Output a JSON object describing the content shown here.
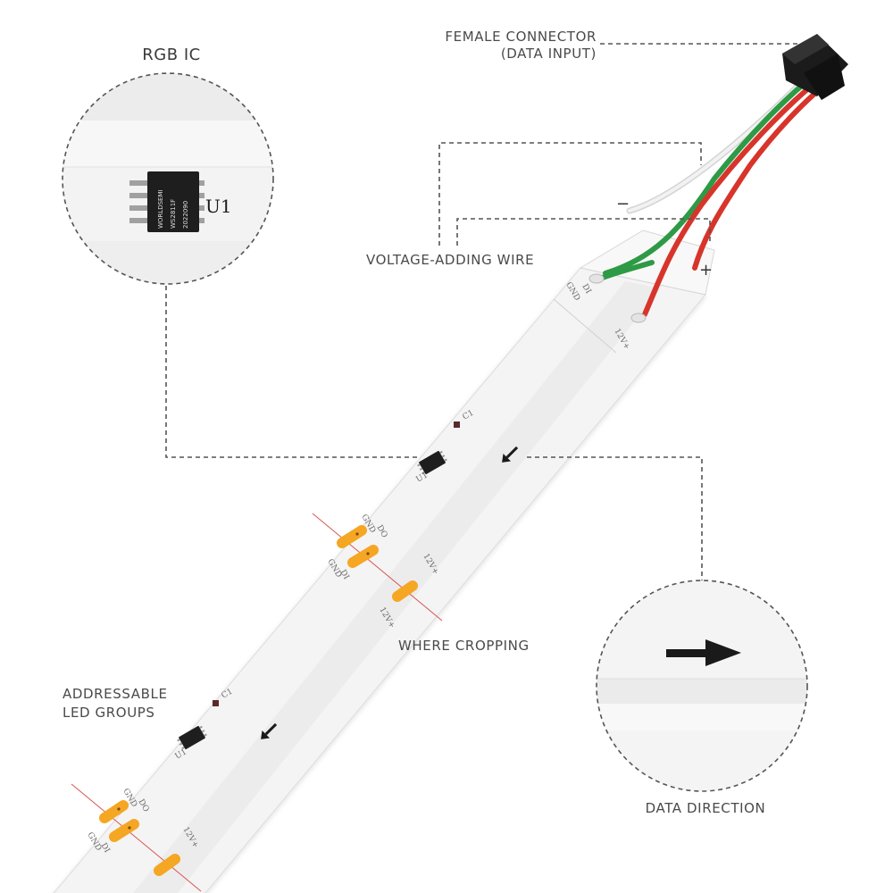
{
  "labels": {
    "rgb_ic": "RGB IC",
    "connector_line1": "FEMALE CONNECTOR",
    "connector_line2": "(DATA INPUT)",
    "voltage_wire": "VOLTAGE-ADDING WIRE",
    "where_cropping": "WHERE CROPPING",
    "addressable_line1": "ADDRESSABLE",
    "addressable_line2": "LED GROUPS",
    "data_direction": "DATA DIRECTION"
  },
  "wire_marks": {
    "minus": "−",
    "plus": "+"
  },
  "pcb_marks": {
    "gnd": "GND",
    "di": "DI",
    "do": "DO",
    "v12": "12V+",
    "c1": "C1",
    "u1": "U1"
  },
  "chip": {
    "designator": "U1",
    "line1": "WORLDSEMI",
    "line2": "WS2811F",
    "line3": "2022090"
  },
  "colors": {
    "strip": "#f5f5f5",
    "pad": "#f5a623",
    "cut_line": "#d9534f",
    "wire_red": "#d7352b",
    "wire_green": "#2e9a45",
    "wire_white": "#ececec",
    "chip": "#1e1e1e",
    "dashed_leader": "#555555"
  },
  "icons": [
    "arrow-icon",
    "chip-icon",
    "connector-icon"
  ]
}
